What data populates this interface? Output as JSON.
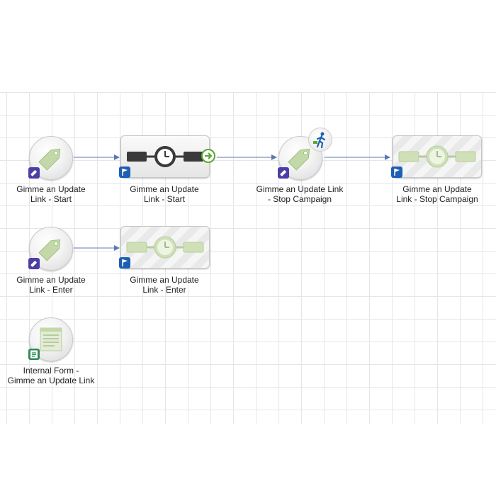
{
  "canvas": {
    "nodes": {
      "start_trigger": {
        "line1": "Gimme an Update",
        "line2": "Link - Start",
        "icon": "tag-icon",
        "badge": "smart-list-icon"
      },
      "start_flow": {
        "line1": "Gimme an Update",
        "line2": "Link - Start",
        "icon": "wait-clock-icon",
        "badge": "flow-flag-icon",
        "active": true
      },
      "stop_trigger": {
        "line1": "Gimme an Update Link",
        "line2": "- Stop Campaign",
        "icon": "tag-icon",
        "badge": "smart-list-icon",
        "overlay": "person-walking-icon"
      },
      "stop_flow": {
        "line1": "Gimme an Update",
        "line2": "Link - Stop Campaign",
        "icon": "wait-clock-icon",
        "badge": "flow-flag-icon"
      },
      "enter_trigger": {
        "line1": "Gimme an Update",
        "line2": "Link - Enter",
        "icon": "tag-icon",
        "badge": "smart-list-icon"
      },
      "enter_flow": {
        "line1": "Gimme an Update",
        "line2": "Link - Enter",
        "icon": "wait-clock-icon",
        "badge": "flow-flag-icon"
      },
      "internal_form": {
        "line1": "Internal Form -",
        "line2": "Gimme an Update Link",
        "icon": "form-icon",
        "badge": "form-badge-icon"
      }
    },
    "colors": {
      "connector": "#5b78b5",
      "badge_purple": "#4b3fa6",
      "badge_blue": "#1d5fb4",
      "badge_green": "#2e8b57",
      "active_dark": "#3a3a3a",
      "inactive_green": "#cfe0b8"
    }
  }
}
